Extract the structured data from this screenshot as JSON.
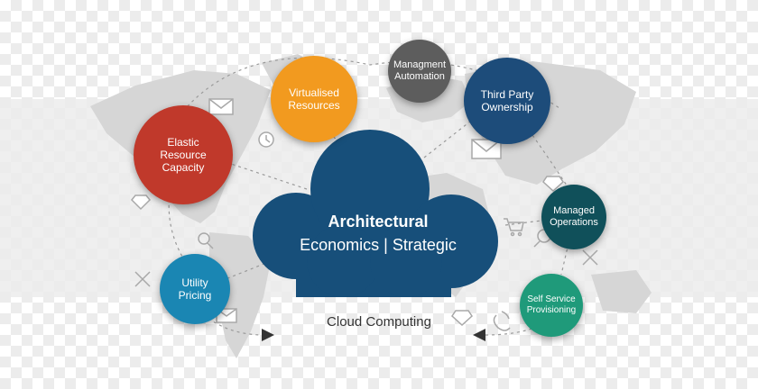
{
  "center": {
    "title": "Architectural",
    "subtitle": "Economics | Strategic",
    "caption": "Cloud Computing"
  },
  "nodes": [
    {
      "id": "elastic",
      "label": "Elastic\nResource\nCapacity",
      "color": "#c0392b"
    },
    {
      "id": "virtualised",
      "label": "Virtualised\nResources",
      "color": "#f29a1f"
    },
    {
      "id": "automation",
      "label": "Managment\nAutomation",
      "color": "#5d5d5d"
    },
    {
      "id": "ownership",
      "label": "Third Party\nOwnership",
      "color": "#1d4c7a"
    },
    {
      "id": "managed",
      "label": "Managed\nOperations",
      "color": "#10505a"
    },
    {
      "id": "selfservice",
      "label": "Self Service\nProvisioning",
      "color": "#1f9a7a"
    },
    {
      "id": "utility",
      "label": "Utility\nPricing",
      "color": "#1a86b3"
    }
  ],
  "colors": {
    "cloud": "#174f7a",
    "map": "#d8d8d8",
    "connector": "#999999"
  },
  "icons": [
    "envelope-icon",
    "clock-icon",
    "diamond-icon",
    "tools-icon",
    "magnifier-icon",
    "cart-icon",
    "phone-icon",
    "arrow-icon"
  ]
}
